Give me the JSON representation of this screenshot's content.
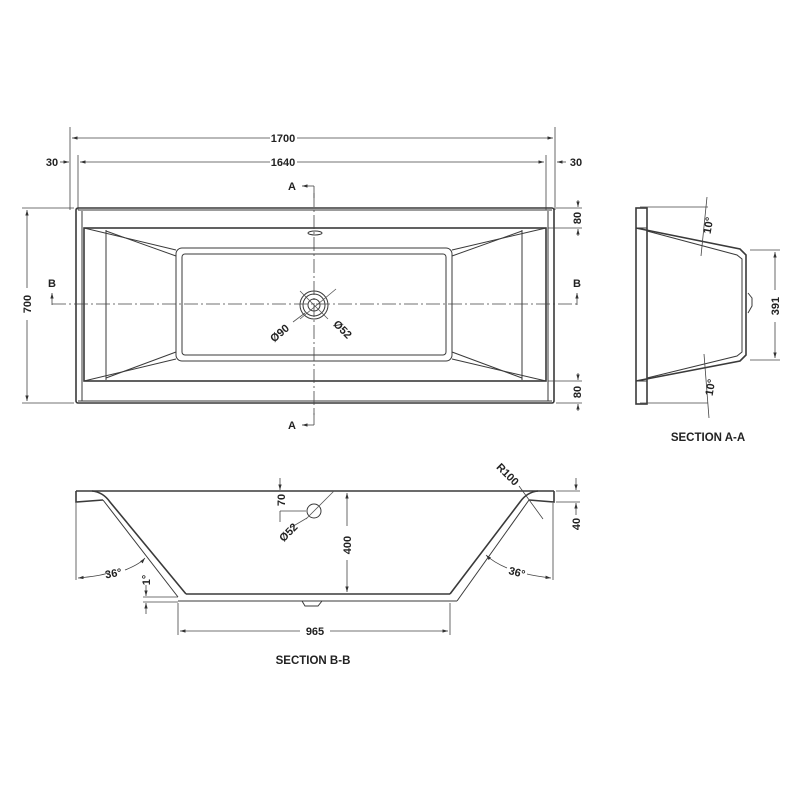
{
  "plan_view": {
    "overall_length": "1700",
    "inner_length": "1640",
    "rim_left": "30",
    "rim_right": "30",
    "overall_width": "700",
    "rim_top": "80",
    "rim_bottom": "80",
    "section_a_top": "A",
    "section_a_bottom": "A",
    "section_b_left": "B",
    "section_b_right": "B",
    "waste_outer_dia": "Ø90",
    "waste_inner_dia": "Ø52"
  },
  "section_a": {
    "title": "SECTION A-A",
    "angle_top": "10°",
    "angle_bottom": "10°",
    "base_width": "391"
  },
  "section_b": {
    "title": "SECTION B-B",
    "overflow_height": "70",
    "overflow_dia": "Ø52",
    "depth": "400",
    "radius": "R100",
    "rim_thickness": "40",
    "angle_left": "36°",
    "angle_right": "36°",
    "floor_angle": "1°",
    "base_length": "965"
  },
  "colors": {
    "line": "#3a3a3a",
    "background": "#ffffff"
  }
}
